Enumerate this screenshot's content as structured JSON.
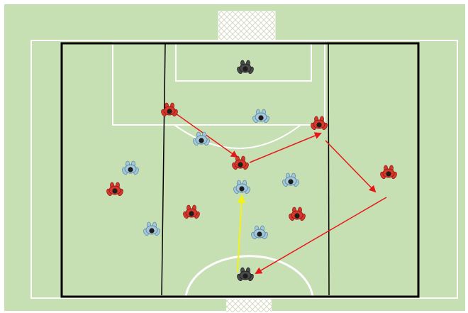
{
  "colors": {
    "pitch": "#c6dfb3",
    "field_line": "#ffffff",
    "boundary": "#000000",
    "team_red": "#d9372b",
    "team_blue": "#a6c8dc",
    "goalkeeper": "#4a4a4a",
    "pass_arrow": "#e81818",
    "run_arrow": "#f2f21a"
  },
  "icons": {
    "player": "player-icon",
    "goalkeeper": "goalkeeper-icon",
    "goal_net": "goal-net-icon"
  },
  "players": [
    {
      "team": "goalkeeper",
      "role": "keeper-top"
    },
    {
      "team": "red",
      "role": "attacker"
    },
    {
      "team": "blue",
      "role": "defender"
    },
    {
      "team": "blue",
      "role": "defender"
    },
    {
      "team": "red",
      "role": "attacker"
    },
    {
      "team": "red",
      "role": "attacker"
    },
    {
      "team": "blue",
      "role": "defender"
    },
    {
      "team": "red",
      "role": "attacker"
    },
    {
      "team": "red",
      "role": "attacker"
    },
    {
      "team": "blue",
      "role": "defender"
    },
    {
      "team": "blue",
      "role": "defender"
    },
    {
      "team": "red",
      "role": "attacker"
    },
    {
      "team": "red",
      "role": "attacker"
    },
    {
      "team": "blue",
      "role": "defender"
    },
    {
      "team": "blue",
      "role": "defender"
    },
    {
      "team": "goalkeeper",
      "role": "keeper-bottom"
    }
  ],
  "arrows": [
    {
      "type": "pass"
    },
    {
      "type": "pass"
    },
    {
      "type": "pass"
    },
    {
      "type": "pass"
    },
    {
      "type": "run"
    }
  ]
}
